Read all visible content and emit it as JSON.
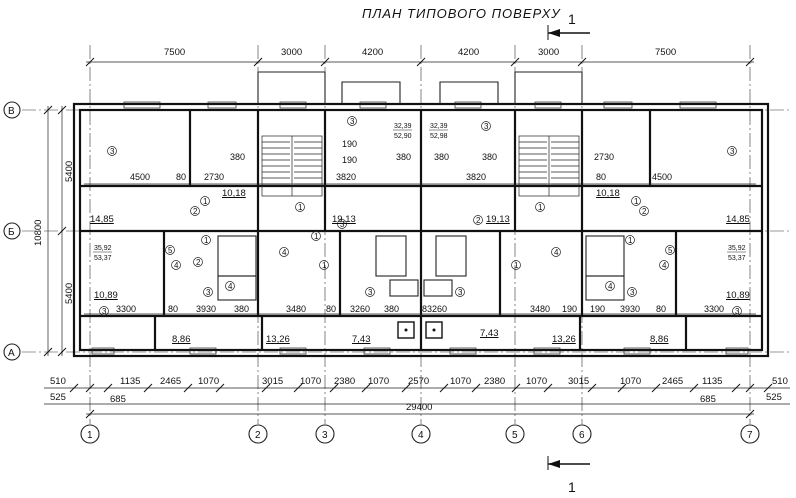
{
  "title": "ПЛАН ТИПОВОГО ПОВЕРХУ",
  "section_mark": "1",
  "top_dims": [
    "7500",
    "3000",
    "4200",
    "4200",
    "3000",
    "7500"
  ],
  "bottom_dims": [
    "510",
    "1135",
    "2465",
    "1070",
    "3015",
    "1070",
    "2380",
    "1070",
    "2570",
    "1070",
    "2380",
    "1070",
    "3015",
    "1070",
    "2465",
    "1135",
    "510"
  ],
  "bottom_small_dims": [
    "525",
    "685",
    "685",
    "525"
  ],
  "total_dim": "29400",
  "left_dims": [
    "5400",
    "10800",
    "5400"
  ],
  "row_axes": [
    "В",
    "Б",
    "А"
  ],
  "col_axes": [
    "1",
    "2",
    "3",
    "4",
    "5",
    "6",
    "7"
  ],
  "room_dims_upper": [
    "4500",
    "80",
    "2730",
    "380",
    "3820",
    "380",
    "380",
    "3820",
    "380",
    "2730",
    "80",
    "4500"
  ],
  "room_dims_190": [
    "190",
    "190"
  ],
  "room_dims_lower": [
    "3300",
    "80",
    "3930",
    "380",
    "3480",
    "80",
    "3260",
    "380",
    "83260",
    "3480",
    "190",
    "190",
    "3930",
    "80",
    "3300"
  ],
  "areas": [
    "14,85",
    "10,18",
    "19,13",
    "19,13",
    "10,18",
    "14,85",
    "10,89",
    "13,26",
    "7,43",
    "7,43",
    "13,26",
    "8,86",
    "8,86",
    "10,89"
  ],
  "apt_areas": {
    "left": [
      "35,92",
      "53,37"
    ],
    "center_left": [
      "32,39",
      "52,90"
    ],
    "center_right": [
      "32,39",
      "52,98"
    ],
    "right": [
      "35,92",
      "53,37"
    ]
  },
  "room_numbers": [
    "1",
    "2",
    "3",
    "4",
    "5"
  ]
}
